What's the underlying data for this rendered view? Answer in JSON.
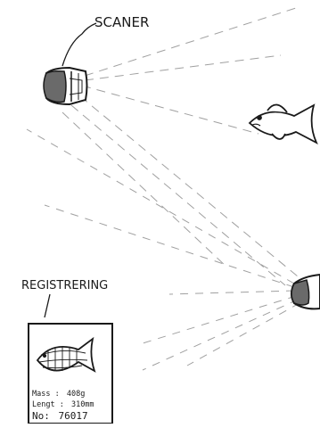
{
  "labels": {
    "scanner": "SCANER",
    "registration": "REGISTRERING"
  },
  "card": {
    "mass_label": "Mass :",
    "mass_value": "408g",
    "length_label": "Lengt :",
    "length_value": "310mm",
    "no_label": "No:",
    "no_value": "76017"
  },
  "colors": {
    "ink": "#1a1a1a",
    "beam": "#9a9a9a",
    "lens": "#6a6a6a",
    "paper": "#ffffff"
  }
}
